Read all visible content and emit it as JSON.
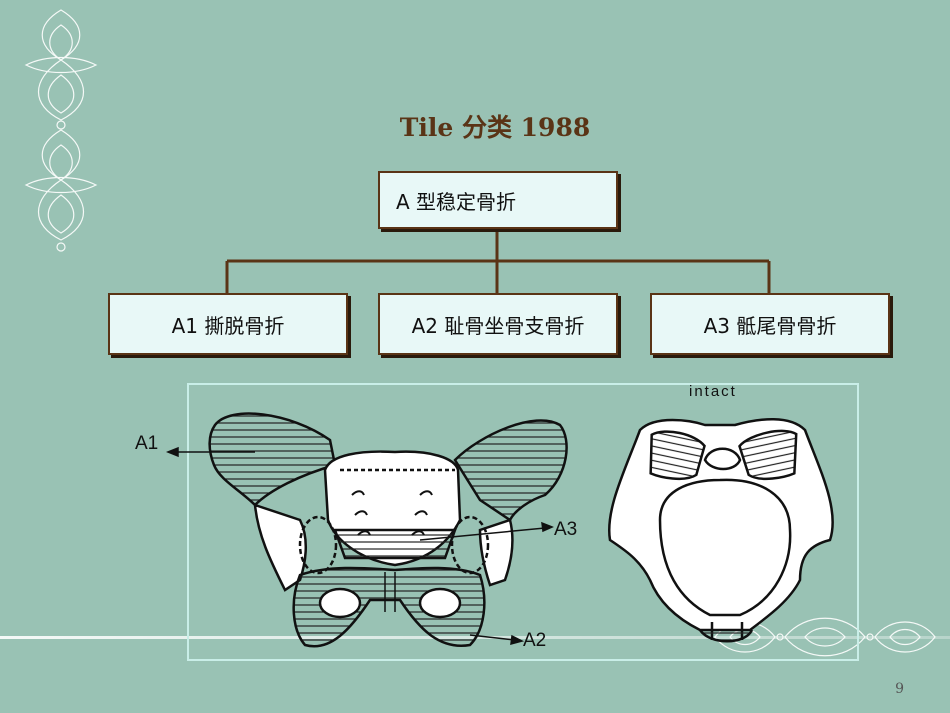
{
  "title": "Tile 分类 1988",
  "root_box": "A 型稳定骨折",
  "child_boxes": [
    "A1 撕脱骨折",
    "A2 耻骨坐骨支骨折",
    "A3 骶尾骨骨折"
  ],
  "labels": {
    "a1": "A1",
    "a3": "A3",
    "a2": "A2",
    "intact": "intact"
  },
  "page_number": "9",
  "colors": {
    "background": "#99c2b4",
    "box_fill": "#e8f8f7",
    "box_border": "#5a3416",
    "title": "#5a3416"
  }
}
